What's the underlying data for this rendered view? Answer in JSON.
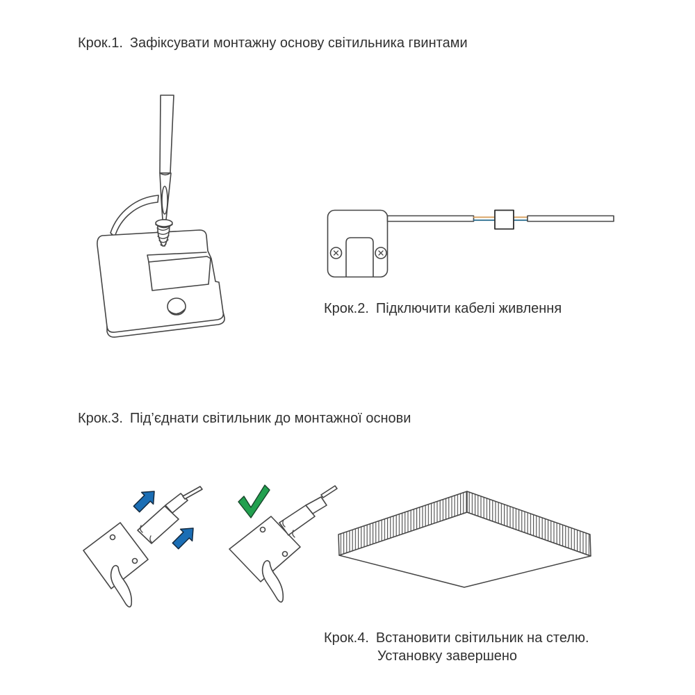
{
  "steps": [
    {
      "label": "Крок.1.",
      "text": "Зафіксувати монтажну основу світильника гвинтами"
    },
    {
      "label": "Крок.2.",
      "text": "Підключити кабелі живлення"
    },
    {
      "label": "Крок.3.",
      "text": "Під’єднати світильник до монтажної основи"
    },
    {
      "label": "Крок.4.",
      "text": "Встановити світильник на стелю.",
      "text2": "Установку завершено"
    }
  ],
  "colors": {
    "background": "#ffffff",
    "text": "#303030",
    "line": "#454545",
    "arrow_blue": "#1b6eb5",
    "arrow_outline": "#13293f",
    "check_green": "#22a04f",
    "check_outline": "#17452a",
    "wire_orange": "#d59a55",
    "wire_blue": "#2f7092"
  },
  "icons": {
    "checkmark": "checkmark-icon",
    "direction_arrow": "direction-arrow-icon",
    "screw": "screw-icon"
  }
}
